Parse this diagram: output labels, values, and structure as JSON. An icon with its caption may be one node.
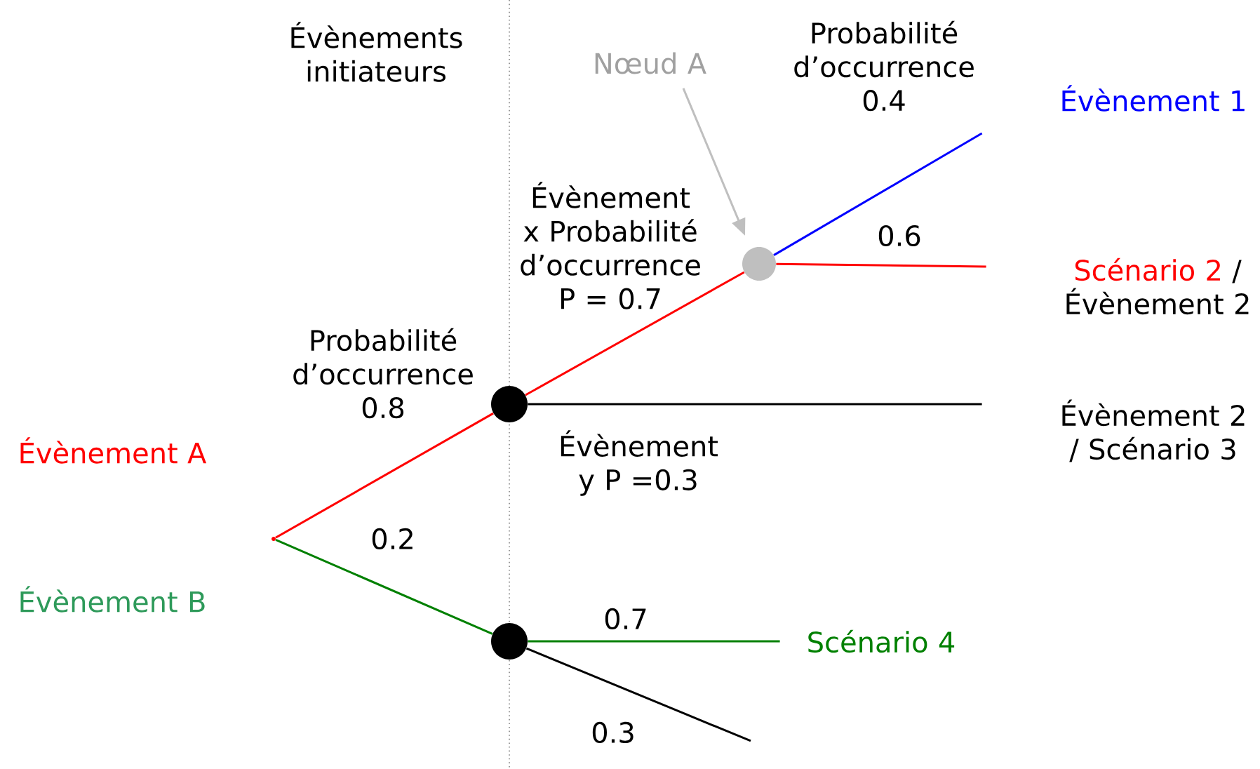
{
  "diagram": {
    "nodes": [
      {
        "text": [],
        "shape": "point"
      },
      {
        "text": [],
        "shape": "circle"
      },
      {
        "text": [],
        "shape": "circle"
      },
      {
        "text": [],
        "shape": "circle"
      },
      {
        "text": [
          "Nœud A"
        ]
      },
      {
        "text": [
          "Évènement 1"
        ]
      },
      {
        "text": [
          "Scénario 2",
          "/ Évènement 2"
        ]
      },
      {
        "text": [
          "Évènement 2 / Scénario 3"
        ]
      },
      {
        "text": [
          "Scénario 4"
        ]
      }
    ],
    "edges": [
      {
        "from": 0,
        "to": 1,
        "arrow": "none",
        "color": "#ff0000",
        "label": "Probabilité d’occurrence 0.8"
      },
      {
        "from": 0,
        "to": 2,
        "arrow": "none",
        "color": "#008000",
        "label": "0.2"
      },
      {
        "from": 1,
        "to": 3,
        "arrow": "none",
        "color": "#ff0000",
        "label": "Évènement x Probabilité d’occurrence P = 0.7"
      },
      {
        "from": 1,
        "to": 7,
        "arrow": "none",
        "color": "#000000",
        "label": "Évènement y P =0.3"
      },
      {
        "from": 3,
        "to": 5,
        "arrow": "none",
        "color": "#0000ff",
        "label": "Probabilité d’occurrence 0.4"
      },
      {
        "from": 3,
        "to": 6,
        "arrow": "none",
        "color": "#ff0000",
        "label": "0.6"
      },
      {
        "from": 2,
        "to": 8,
        "arrow": "none",
        "color": "#008000",
        "label": "0.7"
      },
      {
        "from": 2,
        "to": null,
        "arrow": "none",
        "color": "#000000",
        "label": "0.3"
      },
      {
        "from": 4,
        "to": 3,
        "arrow": "to",
        "color": "#bfbfbf"
      }
    ],
    "labels": [
      "Évènements initiateurs",
      "Évènement A",
      "Évènement B"
    ]
  }
}
